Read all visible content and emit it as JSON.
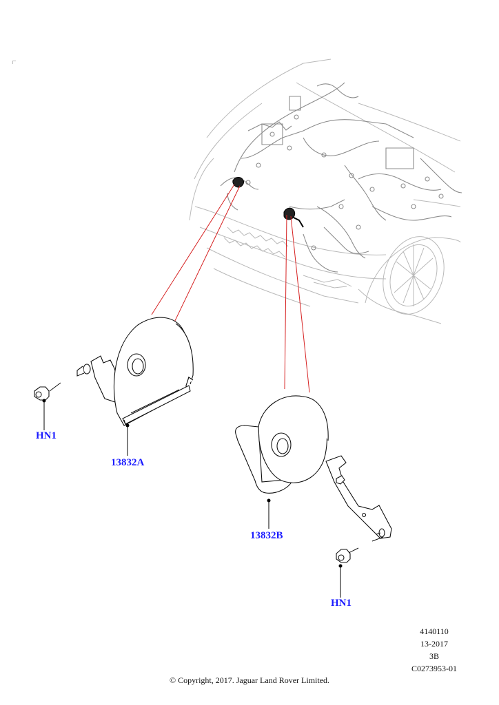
{
  "diagram": {
    "title": "Horn installation - front of vehicle",
    "callouts": [
      {
        "id": "hn1-left",
        "label": "HN1",
        "part": "Nut"
      },
      {
        "id": "13832a",
        "label": "13832A",
        "part": "Horn A"
      },
      {
        "id": "13832b",
        "label": "13832B",
        "part": "Horn B"
      },
      {
        "id": "hn1-right",
        "label": "HN1",
        "part": "Nut"
      }
    ],
    "label_color": "#1a1aff",
    "leader_color": "#d62020"
  },
  "reference": {
    "code": "4140110",
    "date": "13-2017",
    "revision": "3B",
    "illustration_id": "C0273953-01"
  },
  "copyright": "© Copyright, 2017. Jaguar Land Rover Limited."
}
